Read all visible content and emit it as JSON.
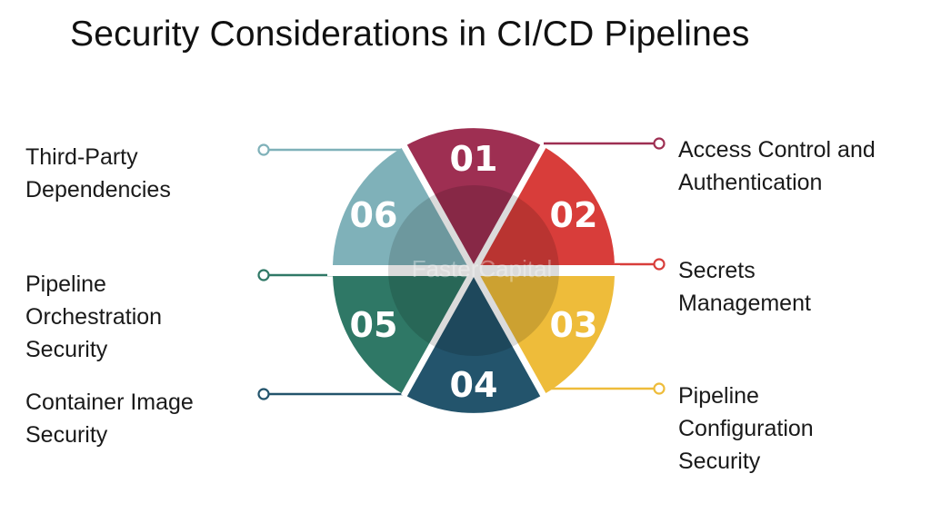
{
  "title": "Security Considerations in CI/CD Pipelines",
  "watermark": "FasterCapital",
  "segments": [
    {
      "number": "01",
      "color": "#9e2f52",
      "label_lines": [
        "Access Control and",
        "Authentication"
      ]
    },
    {
      "number": "02",
      "color": "#d83d3a",
      "label_lines": [
        "Secrets",
        "Management"
      ]
    },
    {
      "number": "03",
      "color": "#eebc3a",
      "label_lines": [
        "Pipeline",
        "Configuration",
        "Security"
      ]
    },
    {
      "number": "04",
      "color": "#23546c",
      "label_lines": [
        "Container Image",
        "Security"
      ]
    },
    {
      "number": "05",
      "color": "#2f7866",
      "label_lines": [
        "Pipeline",
        "Orchestration",
        "Security"
      ]
    },
    {
      "number": "06",
      "color": "#7fb1b9",
      "label_lines": [
        "Third-Party",
        "Dependencies"
      ]
    }
  ]
}
